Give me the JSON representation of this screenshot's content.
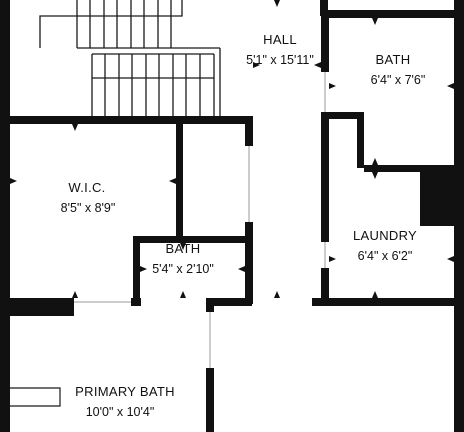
{
  "rooms": {
    "hall": {
      "name": "HALL",
      "dimensions": "5'1\" x 15'11\""
    },
    "bath_upper": {
      "name": "BATH",
      "dimensions": "6'4\" x 7'6\""
    },
    "wic": {
      "name": "W.I.C.",
      "dimensions": "8'5\" x 8'9\""
    },
    "laundry": {
      "name": "LAUNDRY",
      "dimensions": "6'4\" x 6'2\""
    },
    "bath_small": {
      "name": "BATH",
      "dimensions": "5'4\" x 2'10\""
    },
    "primary_bath": {
      "name": "PRIMARY BATH",
      "dimensions": "10'0\" x 10'4\""
    }
  },
  "colors": {
    "wall": "#111111",
    "background": "#ffffff",
    "line": "#1a1a1a",
    "window": "#cccccc"
  }
}
